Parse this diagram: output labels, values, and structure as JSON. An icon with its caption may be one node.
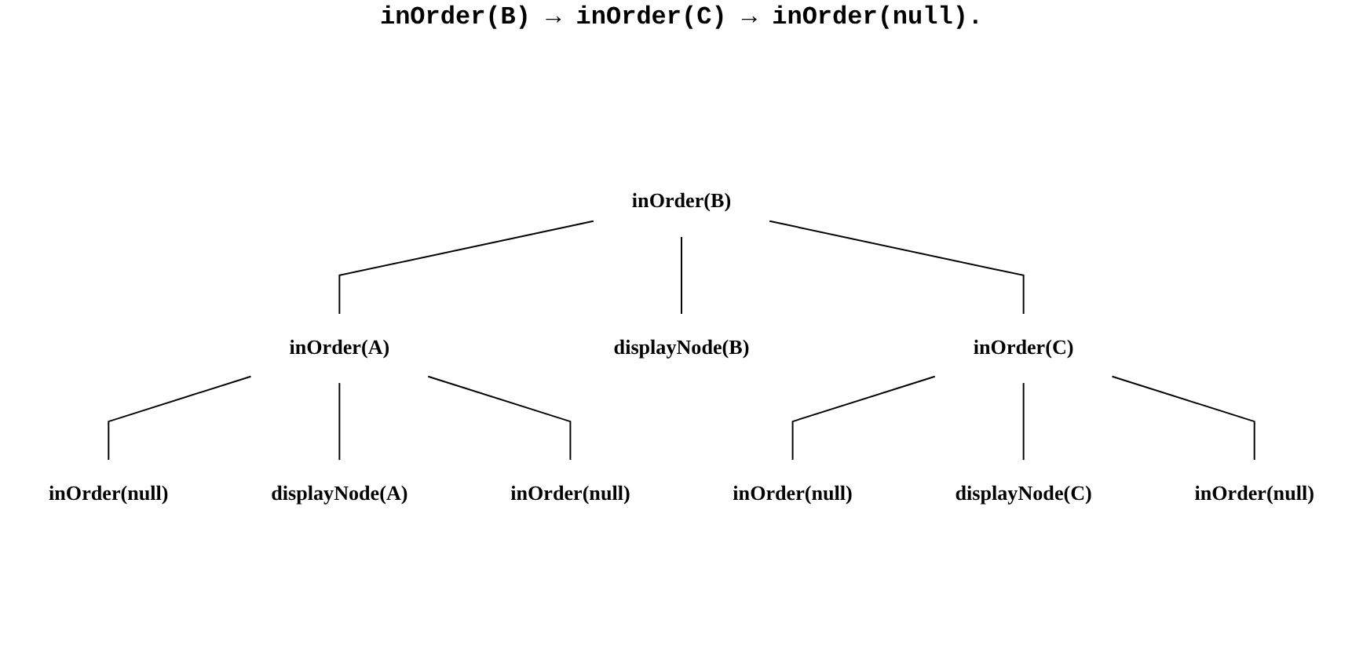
{
  "diagram": {
    "nodes": [
      {
        "text": [
          "inOrder(B)"
        ]
      },
      {
        "text": [
          "inOrder(A)"
        ]
      },
      {
        "text": [
          "displayNode(B)"
        ]
      },
      {
        "text": [
          "inOrder(C)"
        ]
      },
      {
        "text": [
          "inOrder(null)"
        ]
      },
      {
        "text": [
          "displayNode(A)"
        ]
      },
      {
        "text": [
          "inOrder(null)"
        ]
      },
      {
        "text": [
          "inOrder(null)"
        ]
      },
      {
        "text": [
          "displayNode(C)"
        ]
      },
      {
        "text": [
          "inOrder(null)"
        ]
      }
    ],
    "edges": [
      {
        "from": 0,
        "to": 1,
        "arrow": "none"
      },
      {
        "from": 0,
        "to": 2,
        "arrow": "none"
      },
      {
        "from": 0,
        "to": 3,
        "arrow": "none"
      },
      {
        "from": 1,
        "to": 4,
        "arrow": "none"
      },
      {
        "from": 1,
        "to": 5,
        "arrow": "none"
      },
      {
        "from": 1,
        "to": 6,
        "arrow": "none"
      },
      {
        "from": 3,
        "to": 7,
        "arrow": "none"
      },
      {
        "from": 3,
        "to": 8,
        "arrow": "none"
      },
      {
        "from": 3,
        "to": 9,
        "arrow": "none"
      }
    ],
    "labels": [
      "inOrder(B) → inOrder(C) → inOrder(null)."
    ]
  }
}
